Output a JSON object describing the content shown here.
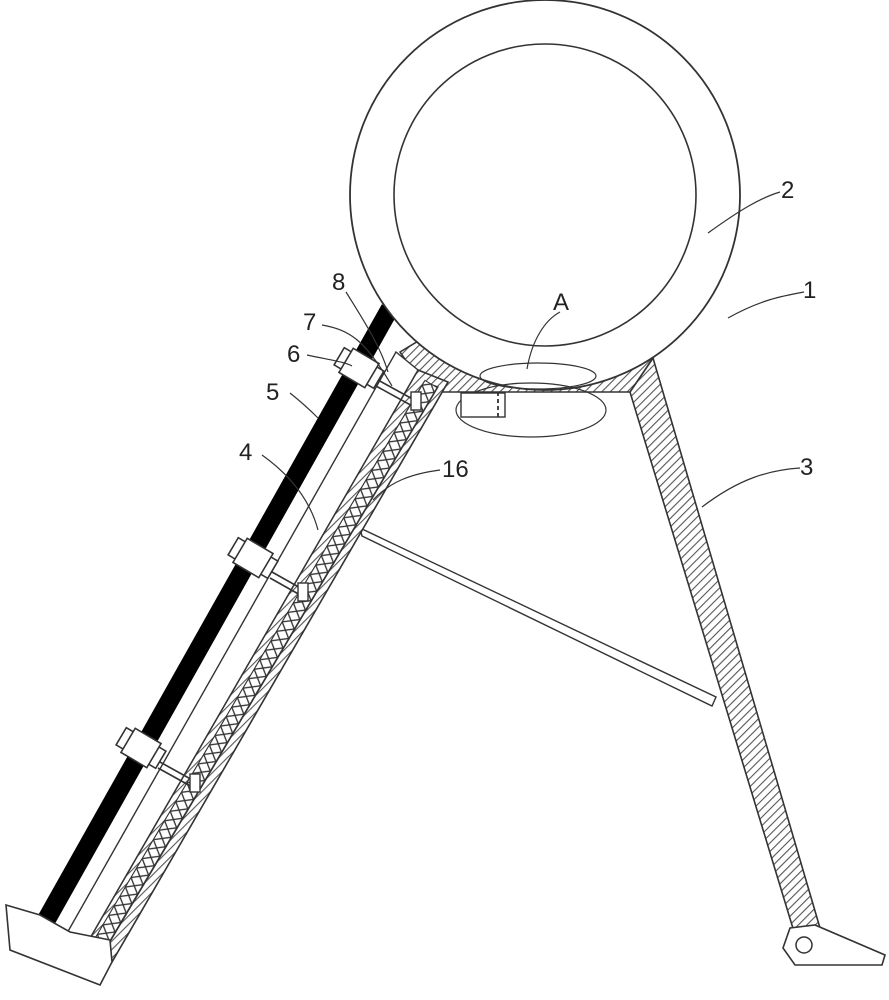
{
  "labels": {
    "l1": "1",
    "l2": "2",
    "l3": "3",
    "l4": "4",
    "l5": "5",
    "l6": "6",
    "l7": "7",
    "l8": "8",
    "l16": "16",
    "lA": "A"
  },
  "colors": {
    "line": "#333333",
    "hatch": "#555555",
    "black_rod": "#000000",
    "background": "#ffffff"
  }
}
